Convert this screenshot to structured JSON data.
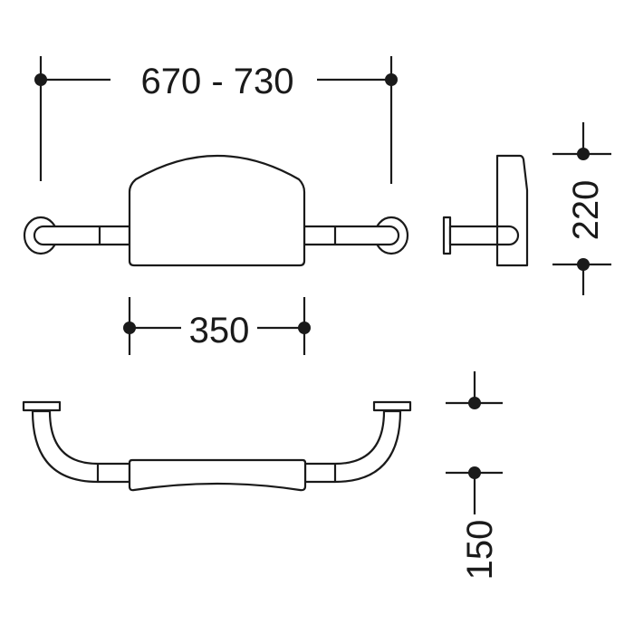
{
  "dimensions": {
    "overall_width": "670 - 730",
    "backrest_width": "350",
    "height": "220",
    "projection": "150"
  },
  "colors": {
    "line": "#1a1a1a",
    "background": "#ffffff"
  }
}
